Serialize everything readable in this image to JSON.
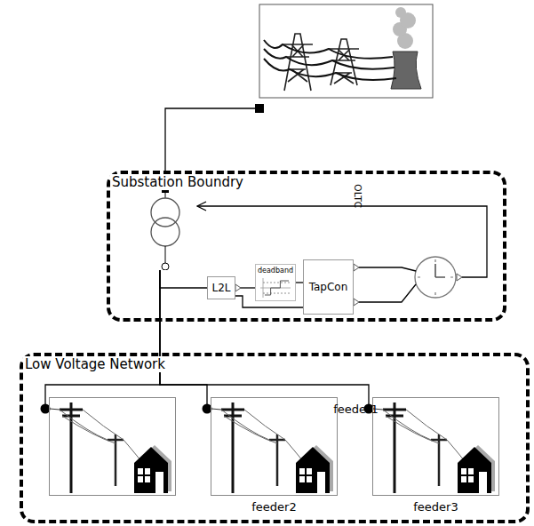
{
  "diagram": {
    "nodes": [
      {
        "text": [
          "Substation Boundry"
        ]
      },
      {
        "text": [
          "OLTC"
        ],
        "in": 0
      },
      {
        "text": [
          "L2L"
        ],
        "in": 0
      },
      {
        "text": [
          "deadband"
        ],
        "in": 0
      },
      {
        "text": [
          "TapCon"
        ],
        "in": 0
      },
      {
        "text": [
          "Low Voltage Network"
        ]
      },
      {
        "text": [
          "feeder1"
        ],
        "in": 5
      },
      {
        "text": [
          "feeder2"
        ],
        "in": 5
      },
      {
        "text": [
          "feeder3"
        ],
        "in": 5
      }
    ],
    "edges": [
      {
        "from": 1,
        "to": 2,
        "arrow": "none"
      },
      {
        "from": 2,
        "to": 3,
        "arrow": "none"
      },
      {
        "from": 2,
        "to": 4,
        "arrow": "none"
      },
      {
        "from": 3,
        "to": 4,
        "arrow": "none"
      },
      {
        "from": 1,
        "to": 6,
        "arrow": "none"
      },
      {
        "from": 1,
        "to": 7,
        "arrow": "none"
      },
      {
        "from": 1,
        "to": 8,
        "arrow": "none"
      }
    ]
  }
}
